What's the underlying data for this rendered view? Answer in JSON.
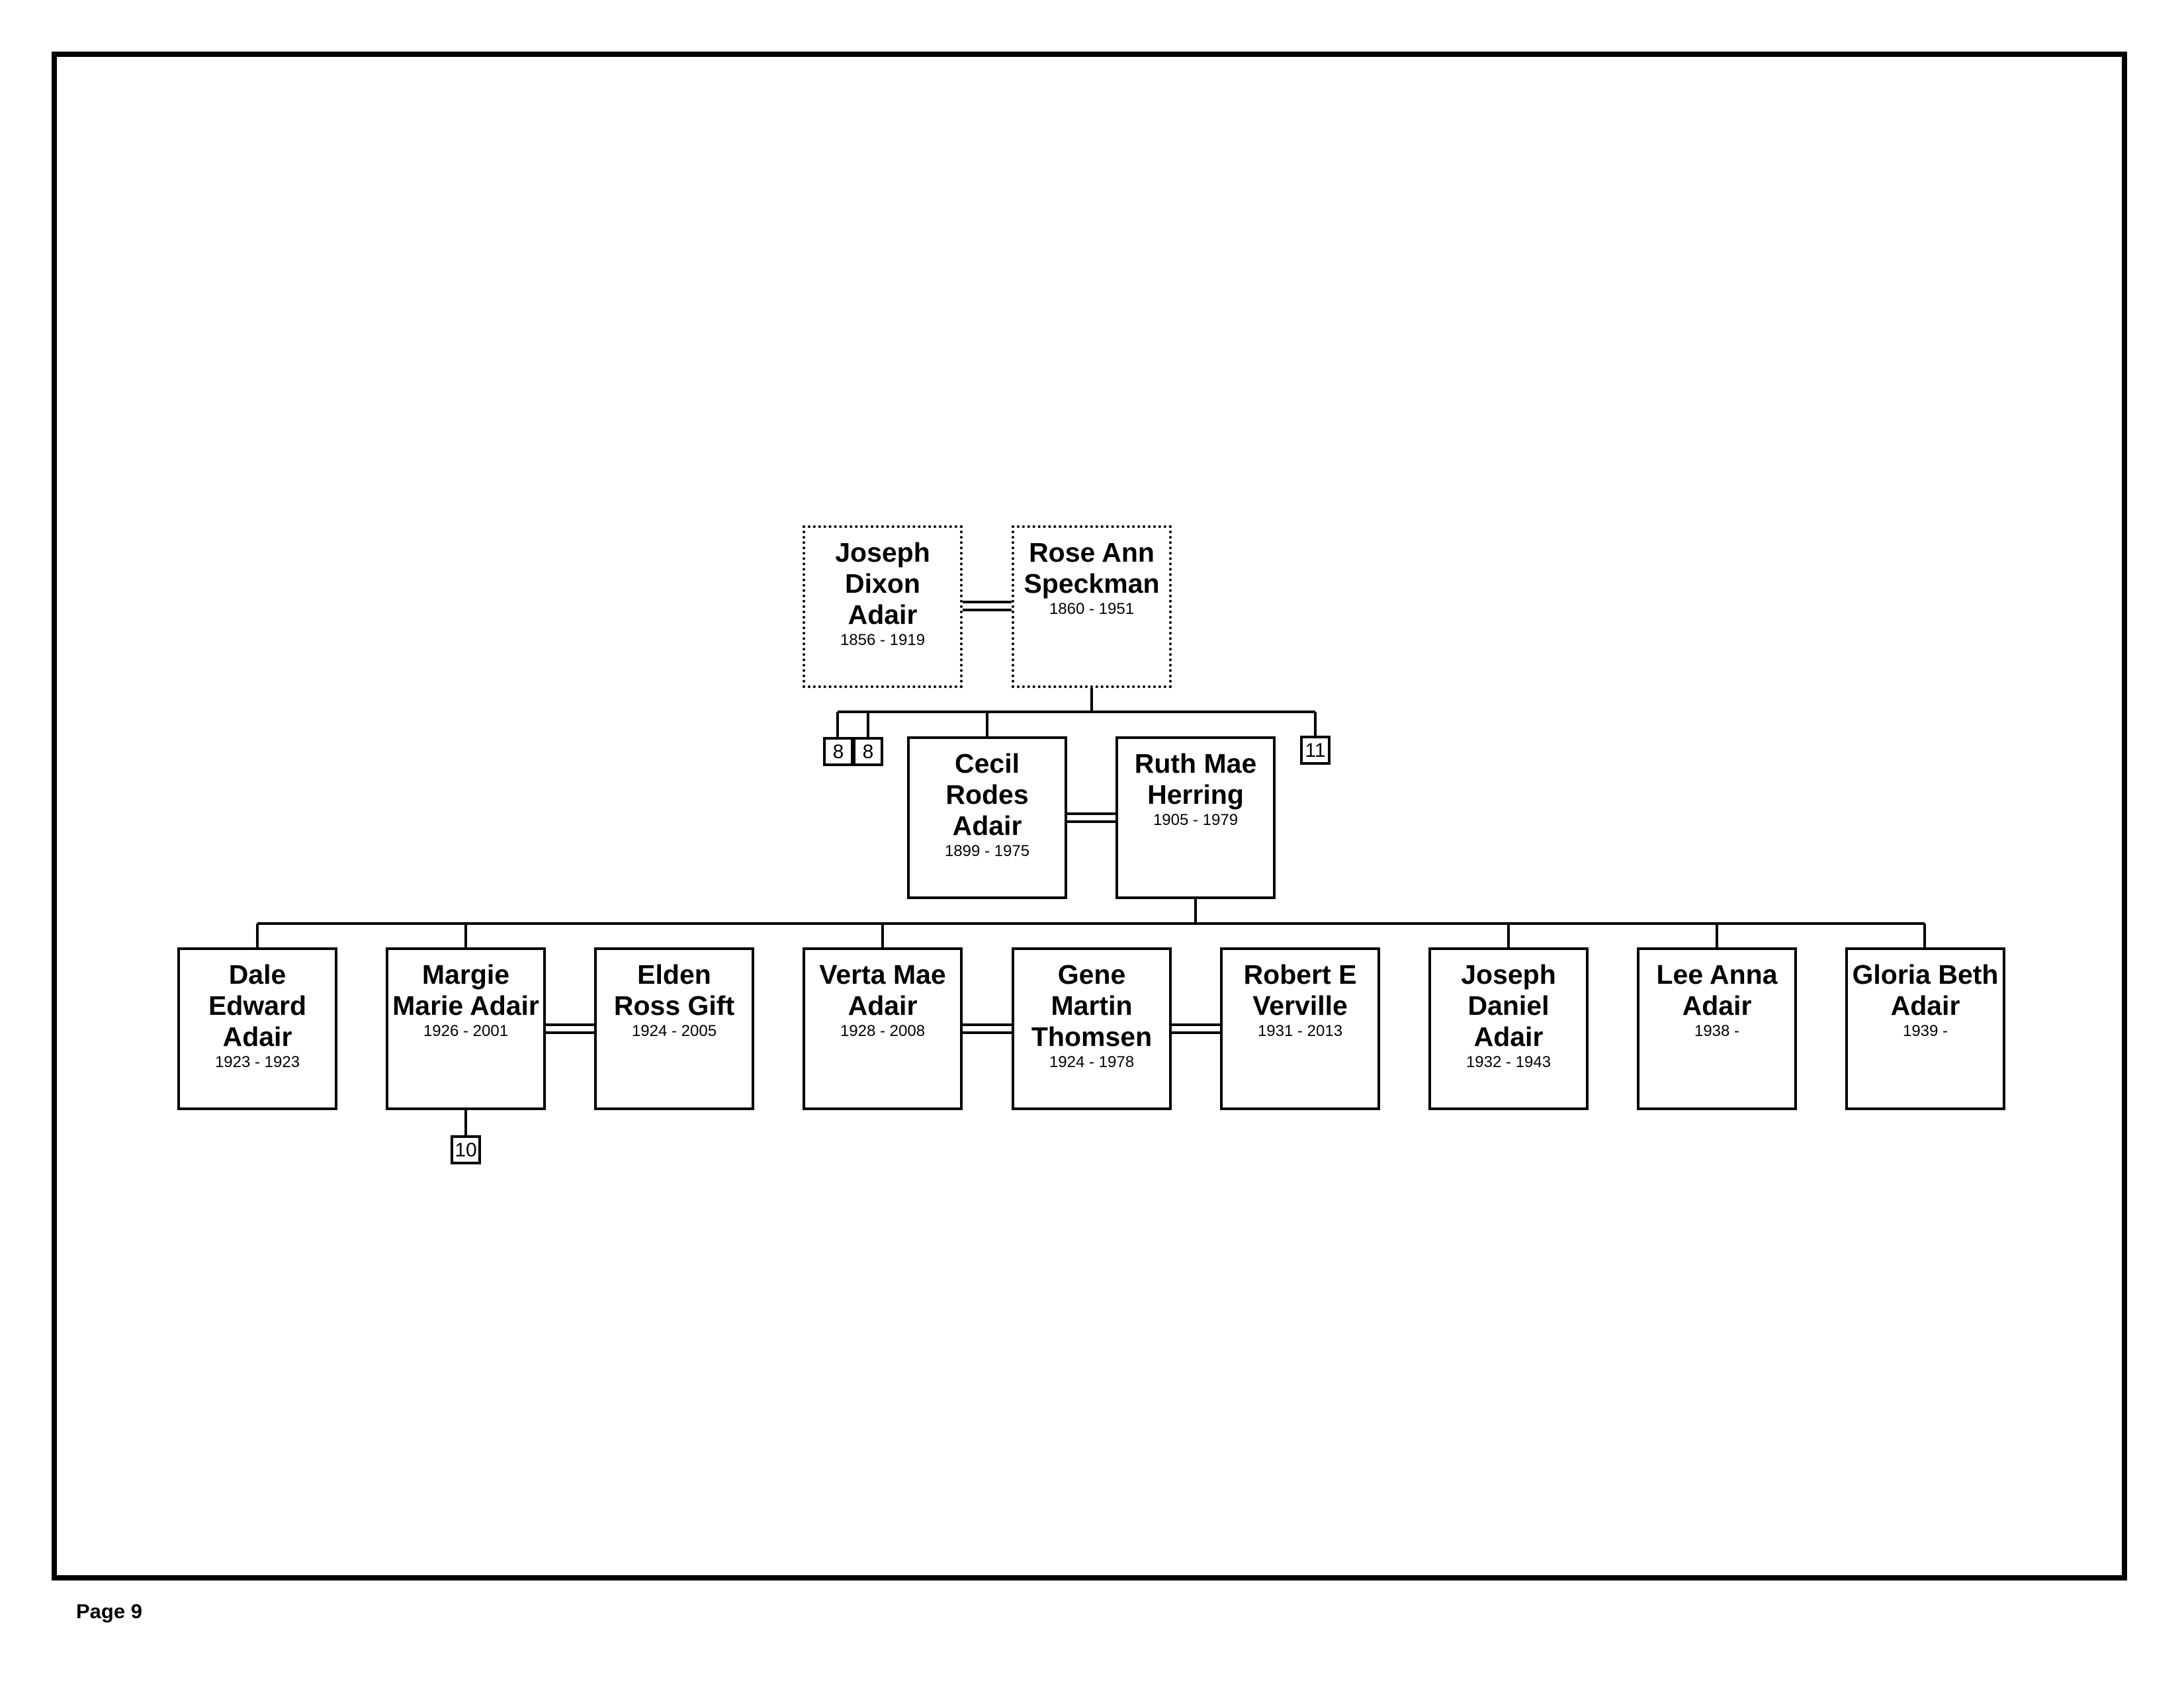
{
  "page": {
    "label": "Page 9"
  },
  "people": {
    "joseph_dixon_adair": {
      "name": "Joseph Dixon Adair",
      "dates": "1856 - 1919",
      "border": "dotted"
    },
    "rose_ann_speckman": {
      "name": "Rose Ann Speckman",
      "dates": "1860 - 1951",
      "border": "dotted"
    },
    "cecil_rodes_adair": {
      "name": "Cecil Rodes Adair",
      "dates": "1899 - 1975",
      "border": "solid"
    },
    "ruth_mae_herring": {
      "name": "Ruth Mae Herring",
      "dates": "1905 - 1979",
      "border": "solid"
    },
    "dale_edward_adair": {
      "name": "Dale Edward Adair",
      "dates": "1923 - 1923",
      "border": "solid"
    },
    "margie_marie_adair": {
      "name": "Margie Marie Adair",
      "dates": "1926 - 2001",
      "border": "solid"
    },
    "elden_ross_gift": {
      "name": "Elden Ross Gift",
      "dates": "1924 - 2005",
      "border": "solid"
    },
    "verta_mae_adair": {
      "name": "Verta Mae Adair",
      "dates": "1928 - 2008",
      "border": "solid"
    },
    "gene_martin_thomsen": {
      "name": "Gene Martin Thomsen",
      "dates": "1924 - 1978",
      "border": "solid"
    },
    "robert_e_verville": {
      "name": "Robert E Verville",
      "dates": "1931 - 2013",
      "border": "solid"
    },
    "joseph_daniel_adair": {
      "name": "Joseph Daniel Adair",
      "dates": "1932 - 1943",
      "border": "solid"
    },
    "lee_anna_adair": {
      "name": "Lee Anna Adair",
      "dates": "1938 -",
      "border": "solid"
    },
    "gloria_beth_adair": {
      "name": "Gloria Beth Adair",
      "dates": "1939 -",
      "border": "solid"
    }
  },
  "page_refs": {
    "ref_a": "8",
    "ref_b": "8",
    "ref_c": "11",
    "ref_d": "10"
  },
  "relations": {
    "marriages": [
      [
        "joseph_dixon_adair",
        "rose_ann_speckman"
      ],
      [
        "cecil_rodes_adair",
        "ruth_mae_herring"
      ],
      [
        "margie_marie_adair",
        "elden_ross_gift"
      ],
      [
        "verta_mae_adair",
        "gene_martin_thomsen"
      ],
      [
        "gene_martin_thomsen",
        "robert_e_verville"
      ]
    ],
    "children_of_joseph_and_rose": [
      "ref_a",
      "ref_b",
      "cecil_rodes_adair",
      "ref_c"
    ],
    "children_of_cecil_and_ruth": [
      "dale_edward_adair",
      "margie_marie_adair",
      "verta_mae_adair",
      "joseph_daniel_adair",
      "lee_anna_adair",
      "gloria_beth_adair"
    ],
    "continuation_of_margie": "ref_d"
  }
}
